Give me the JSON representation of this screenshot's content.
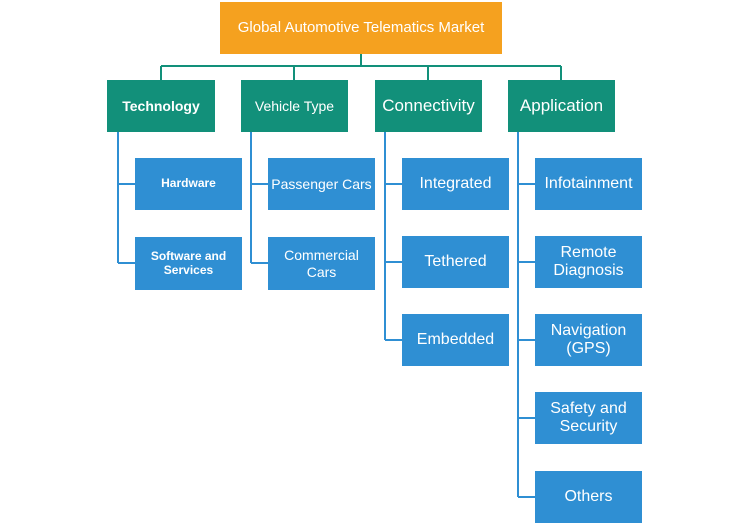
{
  "root": {
    "label": "Global Automotive Telematics Market"
  },
  "categories": [
    {
      "label": "Technology",
      "items": [
        "Hardware",
        "Software and Services"
      ]
    },
    {
      "label": "Vehicle Type",
      "items": [
        "Passenger Cars",
        "Commercial Cars"
      ]
    },
    {
      "label": "Connectivity",
      "items": [
        "Integrated",
        "Tethered",
        "Embedded"
      ]
    },
    {
      "label": "Application",
      "items": [
        "Infotainment",
        "Remote Diagnosis",
        "Navigation (GPS)",
        "Safety and Security",
        "Others"
      ]
    }
  ],
  "colors": {
    "root_fill": "#f5a11f",
    "category_fill": "#12907a",
    "item_fill": "#2f8fd3",
    "connector": "#12907a",
    "item_connector": "#2f8fd3",
    "text": "#ffffff"
  }
}
